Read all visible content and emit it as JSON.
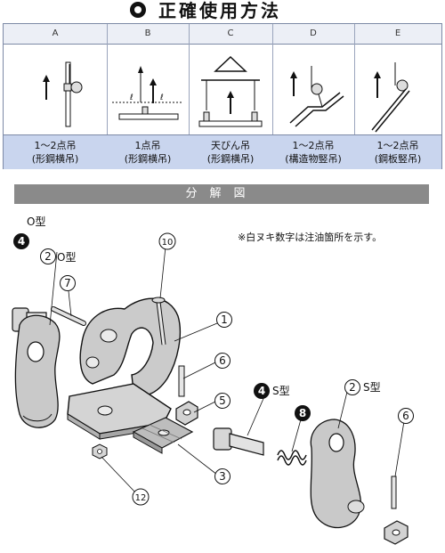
{
  "title": "正確使用方法",
  "methods": [
    {
      "letter": "A",
      "line1": "1〜2点吊",
      "line2": "(形鋼横吊)"
    },
    {
      "letter": "B",
      "line1": "1点吊",
      "line2": "(形鋼横吊)"
    },
    {
      "letter": "C",
      "line1": "天びん吊",
      "line2": "(形鋼横吊)"
    },
    {
      "letter": "D",
      "line1": "1〜2点吊",
      "line2": "(構造物竪吊)"
    },
    {
      "letter": "E",
      "line1": "1〜2点吊",
      "line2": "(鋼板竪吊)"
    }
  ],
  "method_b_dim": "ℓ",
  "section_title": "分解図",
  "note": "※白ヌキ数字は注油箇所を示す。",
  "parts": {
    "p1": "1",
    "p2": "2",
    "p3": "3",
    "p4": "4",
    "p5": "5",
    "p6": "6",
    "p7": "7",
    "p8": "8",
    "p10": "10",
    "p12": "12"
  },
  "type_labels": {
    "o_type": "O型",
    "s_type": "S型"
  }
}
